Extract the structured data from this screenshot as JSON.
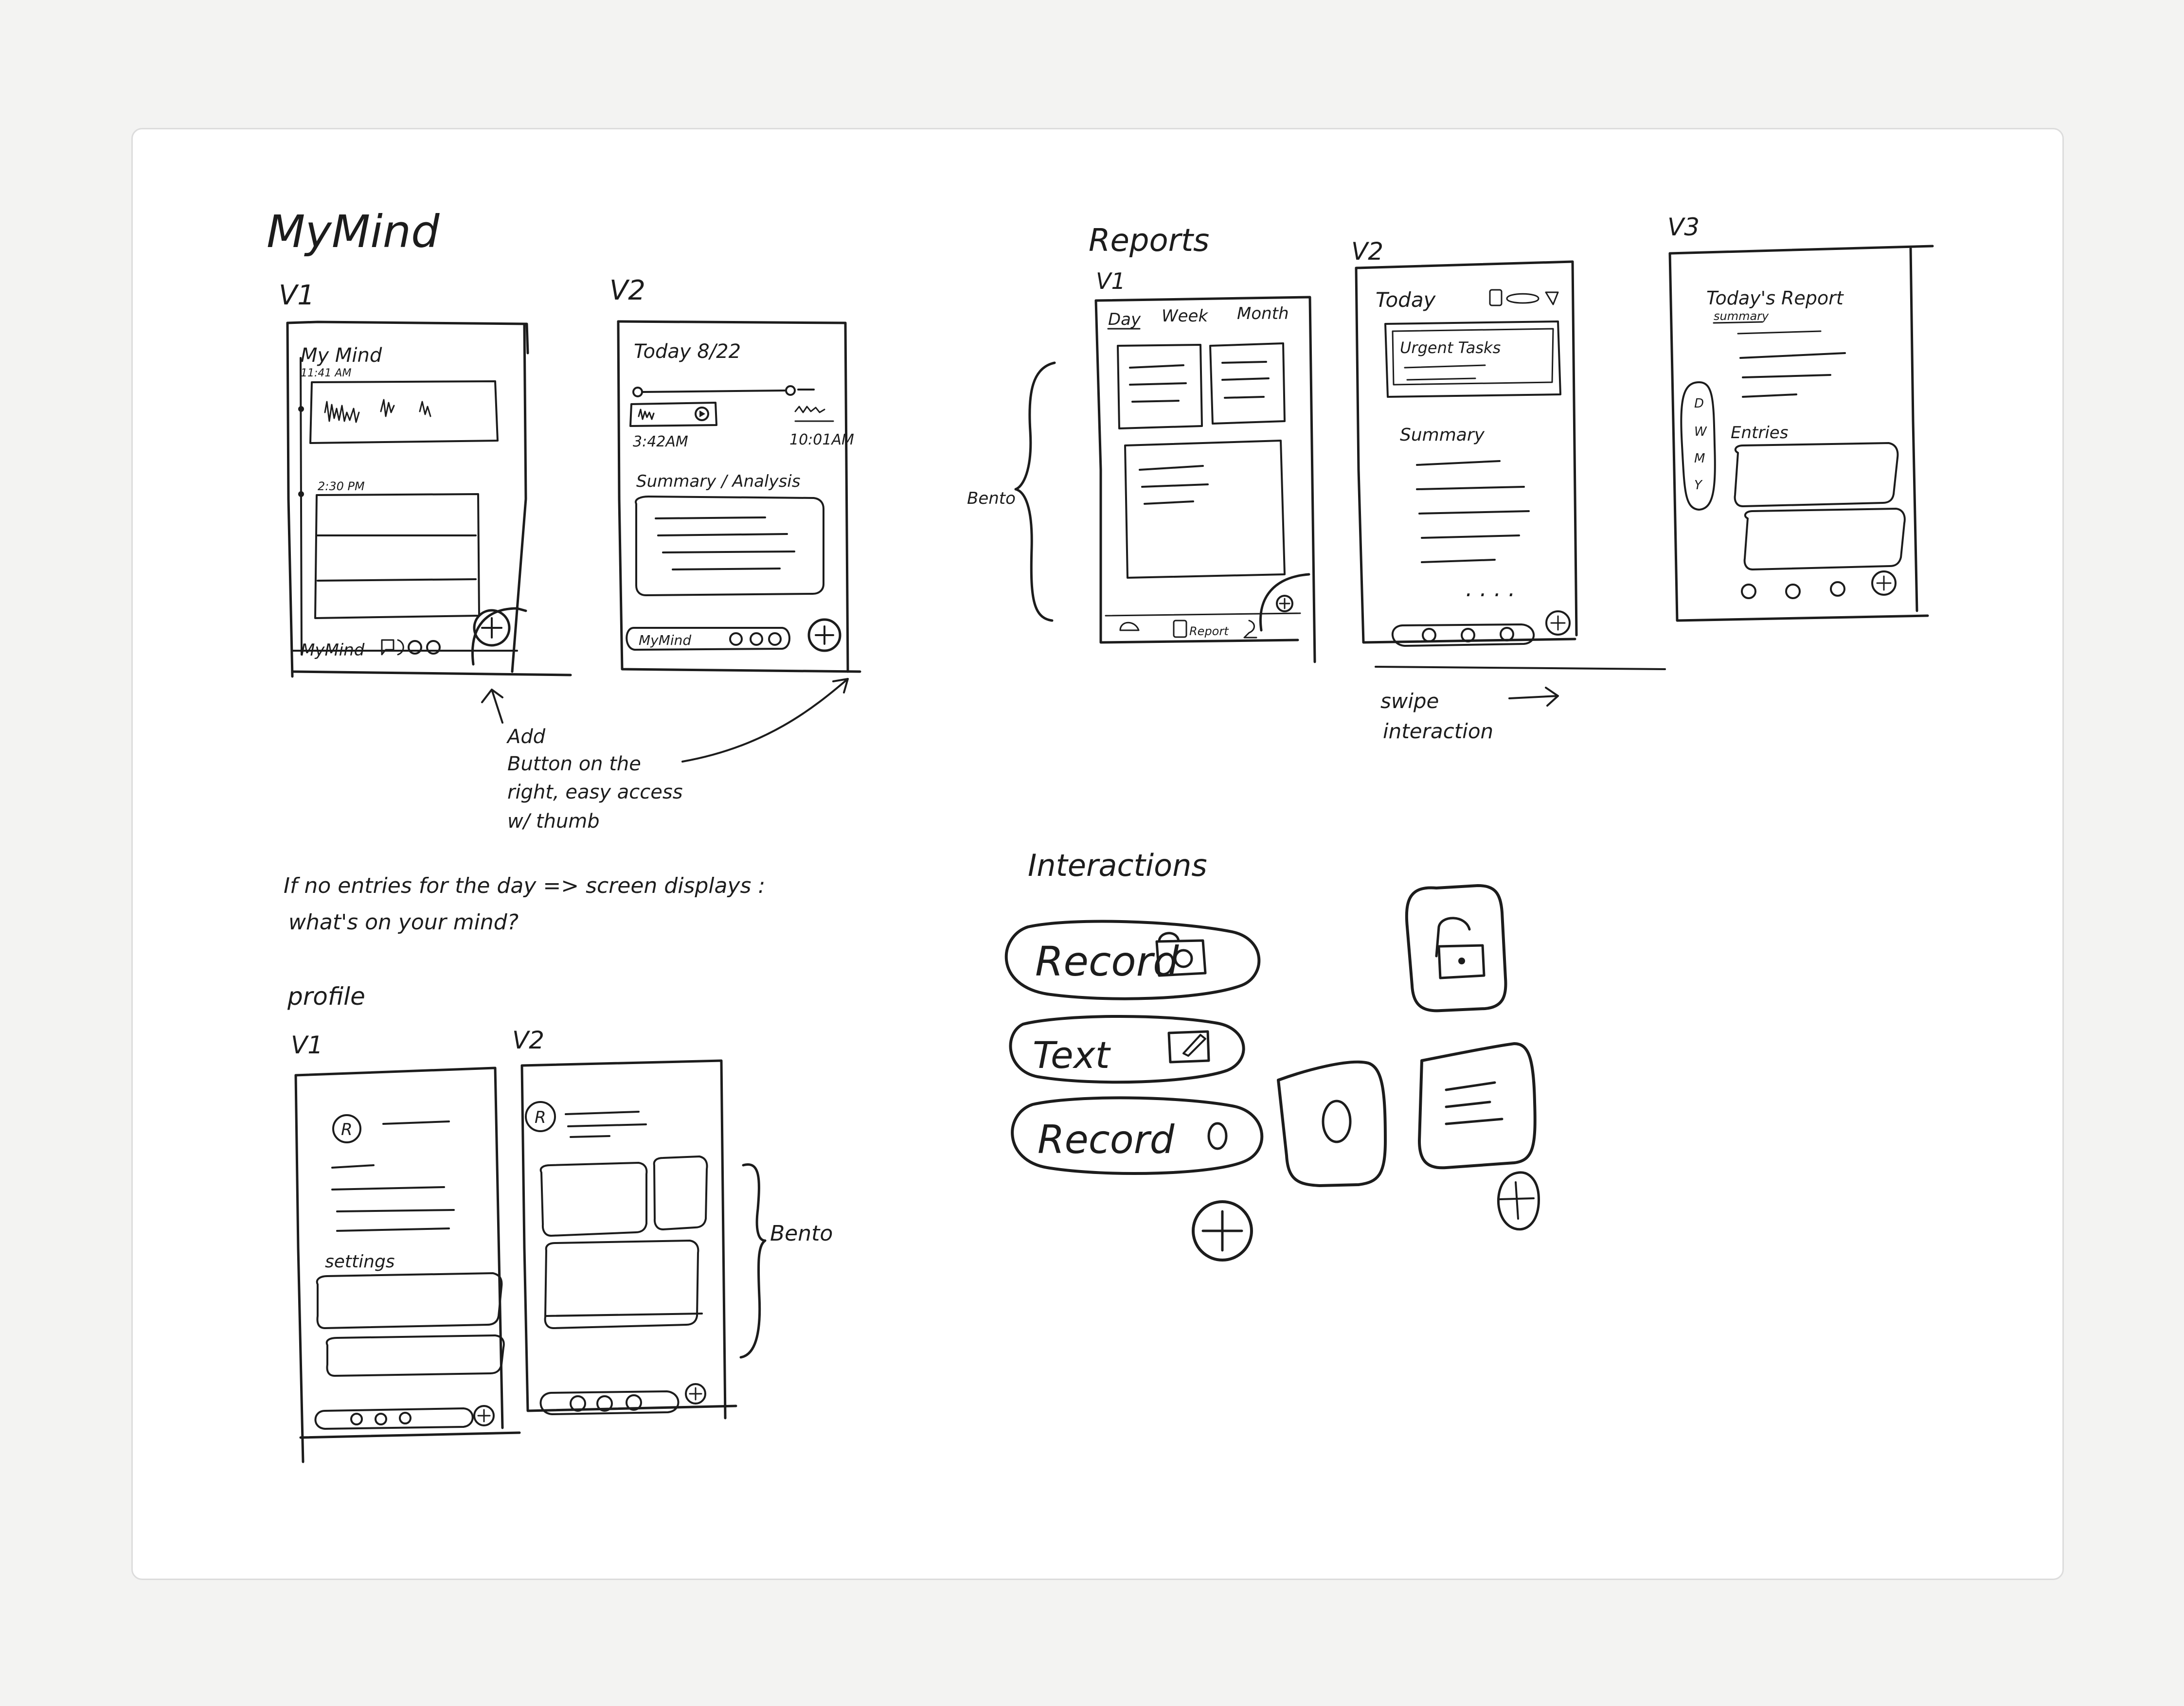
{
  "sections": {
    "mymind": {
      "title": "MyMind",
      "v1": {
        "label": "V1",
        "header": "My Mind",
        "time1": "11:41 AM",
        "time2": "2:30 PM",
        "nav_text": "MyMind"
      },
      "v2": {
        "label": "V2",
        "date": "Today  8/22",
        "time_left": "3:42AM",
        "time_right": "10:01AM",
        "section_title": "Summary / Analysis",
        "nav_text": "MyMind"
      },
      "note_lines": [
        "Add",
        "Button on the",
        "right, easy access",
        "w/ thumb"
      ],
      "empty_state_lines": [
        "If no entries for the day => screen displays :",
        "what's on your mind?"
      ]
    },
    "reports": {
      "title": "Reports",
      "bento_label": "Bento",
      "v1": {
        "label": "V1",
        "tabs": [
          "Day",
          "Week",
          "Month"
        ],
        "nav_report": "Report"
      },
      "v2": {
        "label": "V2",
        "title": "Today",
        "card_title": "Urgent Tasks",
        "section_title": "Summary",
        "dots": ". . . ."
      },
      "v3": {
        "label": "V3",
        "title": "Today's Report",
        "subtitle": "summary",
        "side_letters": [
          "D",
          "W",
          "M",
          "Y"
        ],
        "entries_label": "Entries"
      },
      "swipe_lines": [
        "swipe",
        "interaction"
      ]
    },
    "profile": {
      "title": "profile",
      "bento_label": "Bento",
      "v1": {
        "label": "V1",
        "avatar_letter": "R",
        "settings_label": "settings"
      },
      "v2": {
        "label": "V2",
        "avatar_letter": "R"
      }
    },
    "interactions": {
      "title": "Interactions",
      "pills": [
        "Record",
        "Text",
        "Record"
      ],
      "plus": "+"
    }
  }
}
